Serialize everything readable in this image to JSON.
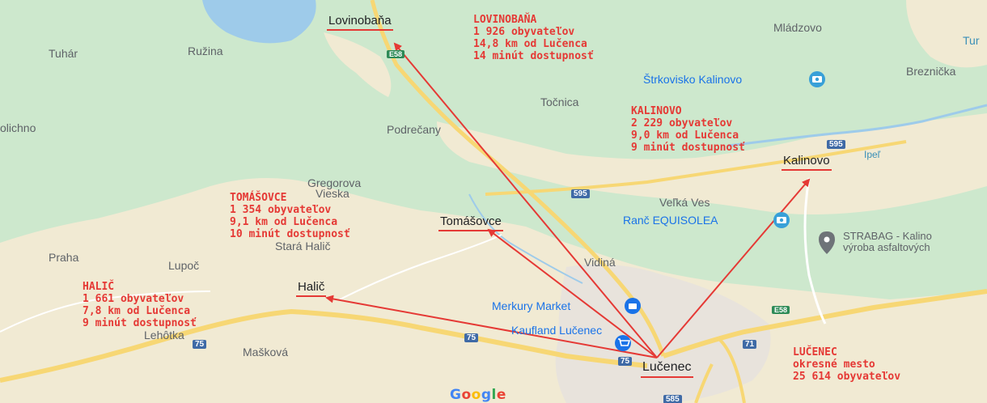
{
  "places": {
    "lovinobana": "Lovinobaňa",
    "mladzovo": "Mládzovo",
    "tuhar": "Tuhár",
    "ruzina": "Ružina",
    "breznicka": "Breznička",
    "tur": "Tur",
    "tocnica": "Točnica",
    "podrecany": "Podrečany",
    "polichno": "olichno",
    "kalinovo": "Kalinovo",
    "gregorova": "Gregorova",
    "vieska": "Vieska",
    "velka_ves": "Veľká Ves",
    "tomasovce": "Tomášovce",
    "stara_halic": "Stará Halič",
    "praha": "Praha",
    "lupoc": "Lupoč",
    "vidina": "Vidiná",
    "halic": "Halič",
    "lehotka": "Lehôtka",
    "maskova": "Mašková",
    "lucenec": "Lučenec",
    "ipel": "Ipeľ"
  },
  "pois": {
    "strkovisko": "Štrkovisko Kalinovo",
    "ranc": "Ranč EQUISOLEA",
    "strabag_1": "STRABAG - Kalino",
    "strabag_2": "výroba asfaltových",
    "merkury": "Merkury Market",
    "kaufland": "Kaufland Lučenec"
  },
  "roads": {
    "e58_top": "E58",
    "r595_a": "595",
    "r595_b": "595",
    "r75_a": "75",
    "r75_b": "75",
    "r75_c": "75",
    "e58_right": "E58",
    "r71": "71",
    "r585": "585"
  },
  "info": {
    "lovinobana": {
      "name": "LOVINOBAŇA",
      "pop": "1 926 obyvateľov",
      "dist": "14,8 km od Lučenca",
      "time": "14 minút dostupnosť"
    },
    "kalinovo": {
      "name": "KALINOVO",
      "pop": "2 229 obyvateľov",
      "dist": "9,0 km od Lučenca",
      "time": "9 minút dostupnosť"
    },
    "tomasovce": {
      "name": "TOMÁŠOVCE",
      "pop": "1 354 obyvateľov",
      "dist": "9,1  km od Lučenca",
      "time": "10 minút dostupnosť"
    },
    "halic": {
      "name": "HALIČ",
      "pop": "1 661 obyvateľov",
      "dist": "7,8 km od Lučenca",
      "time": "9 minút dostupnosť"
    },
    "lucenec": {
      "name": "LUČENEC",
      "type": "okresné mesto",
      "pop": "25 614 obyvateľov"
    }
  },
  "brand": {
    "google": [
      "G",
      "o",
      "o",
      "g",
      "l",
      "e"
    ],
    "google_colors": [
      "#4285F4",
      "#EA4335",
      "#FBBC05",
      "#4285F4",
      "#34A853",
      "#EA4335"
    ]
  },
  "colors": {
    "arrow": "#e53935",
    "forest": "#bfe3c4",
    "urban": "#f3ecd8",
    "water": "#9ecbea",
    "road_yellow": "#f7d774"
  }
}
